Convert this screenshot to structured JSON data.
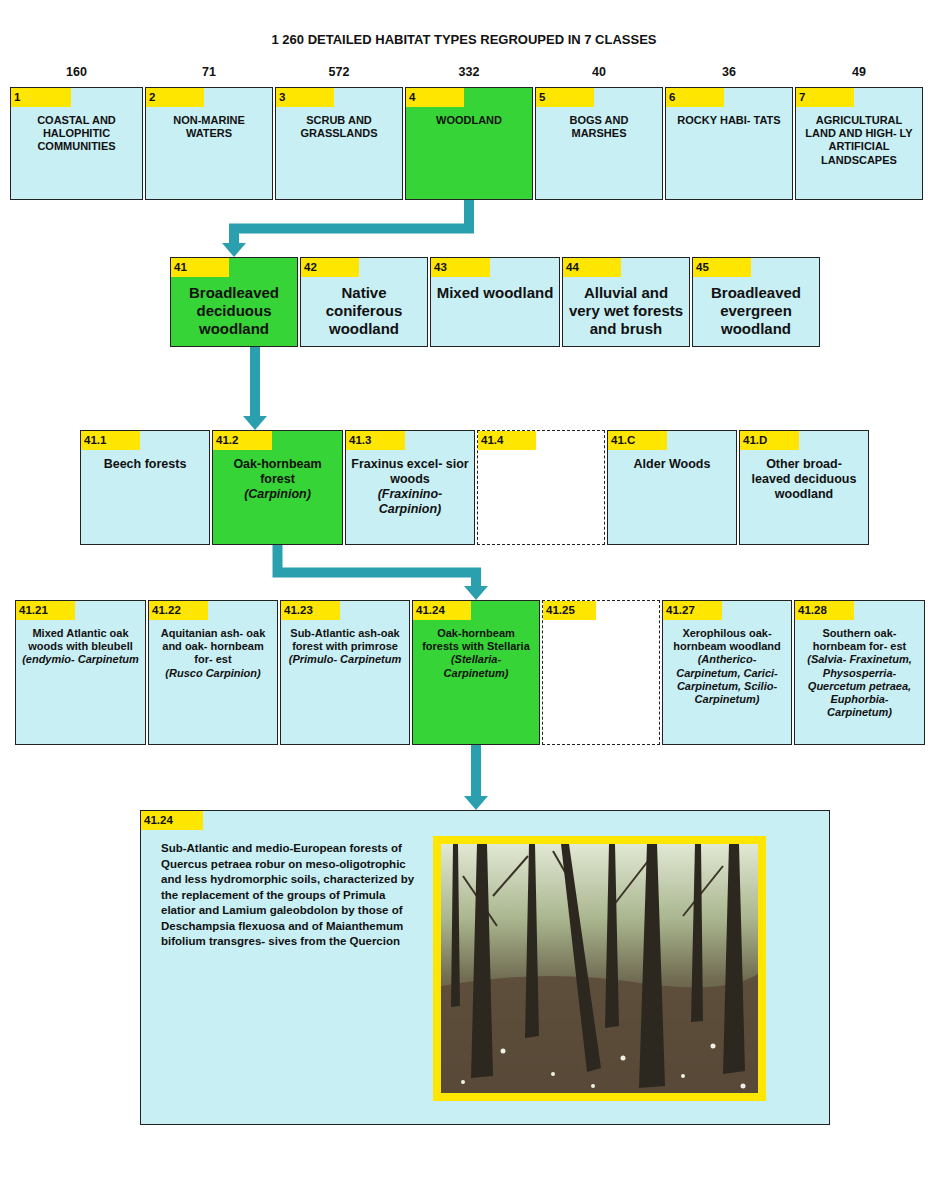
{
  "diagram": {
    "title": "1 260 DETAILED HABITAT TYPES REGROUPED IN 7 CLASSES",
    "nodes": [
      {
        "text": [
          "160",
          "1",
          "COASTAL AND HALOPHITIC COMMUNITIES"
        ]
      },
      {
        "text": [
          "71",
          "2",
          "NON-MARINE WATERS"
        ]
      },
      {
        "text": [
          "572",
          "3",
          "SCRUB AND GRASSLANDS"
        ]
      },
      {
        "text": [
          "332",
          "4",
          "WOODLAND"
        ]
      },
      {
        "text": [
          "40",
          "5",
          "BOGS AND MARSHES"
        ]
      },
      {
        "text": [
          "36",
          "6",
          "ROCKY HABI- TATS"
        ]
      },
      {
        "text": [
          "49",
          "7",
          "AGRICULTURAL LAND AND HIGH- LY ARTIFICIAL LANDSCAPES"
        ]
      },
      {
        "text": [
          "41",
          "Broadleaved deciduous woodland"
        ]
      },
      {
        "text": [
          "42",
          "Native coniferous woodland"
        ]
      },
      {
        "text": [
          "43",
          "Mixed woodland"
        ]
      },
      {
        "text": [
          "44",
          "Alluvial and very wet forests and brush"
        ]
      },
      {
        "text": [
          "45",
          "Broadleaved evergreen woodland"
        ]
      },
      {
        "text": [
          "41.1",
          "Beech forests"
        ]
      },
      {
        "text": [
          "41.2",
          "Oak-hornbeam forest",
          "(Carpinion)"
        ]
      },
      {
        "text": [
          "41.3",
          "Fraxinus excel- sior woods",
          "(Fraxinino- Carpinion)"
        ]
      },
      {
        "text": [
          "41.4"
        ]
      },
      {
        "text": [
          "41.C",
          "Alder Woods"
        ]
      },
      {
        "text": [
          "41.D",
          "Other broad- leaved deciduous woodland"
        ]
      },
      {
        "text": [
          "41.21",
          "Mixed Atlantic oak woods with bleubell",
          "(endymio- Carpinetum"
        ]
      },
      {
        "text": [
          "41.22",
          "Aquitanian ash- oak and oak- hornbeam for- est",
          "(Rusco Carpinion)"
        ]
      },
      {
        "text": [
          "41.23",
          "Sub-Atlantic ash-oak forest with primrose",
          "(Primulo- Carpinetum"
        ]
      },
      {
        "text": [
          "41.24",
          "Oak-hornbeam forests with Stellaria",
          "(Stellaria- Carpinetum)"
        ]
      },
      {
        "text": [
          "41.25"
        ]
      },
      {
        "text": [
          "41.27",
          "Xerophilous oak-hornbeam woodland",
          "(Antherico- Carpinetum, Carici- Carpinetum, Scilio- Carpinetum)"
        ]
      },
      {
        "text": [
          "41.28",
          "Southern oak- hornbeam for- est",
          "(Salvia- Fraxinetum, Physosperria- Quercetum petraea, Euphorbia- Carpinetum)"
        ]
      },
      {
        "text": [
          "41.24",
          "Sub-Atlantic and medio-European forests of Quercus petraea robur on meso-oligotrophic and less hydromorphic soils, characterized by the replacement of the groups of Primula elatior and Lamium galeobdolon by those of Deschampsia flexuosa and of Maianthemum bifolium transgres- sives from the Quercion"
        ]
      }
    ],
    "edges": [
      {
        "from": 3,
        "to": 7,
        "arrow": "to"
      },
      {
        "from": 7,
        "to": 13,
        "arrow": "to"
      },
      {
        "from": 13,
        "to": 21,
        "arrow": "to"
      },
      {
        "from": 21,
        "to": 25,
        "arrow": "to"
      }
    ]
  }
}
